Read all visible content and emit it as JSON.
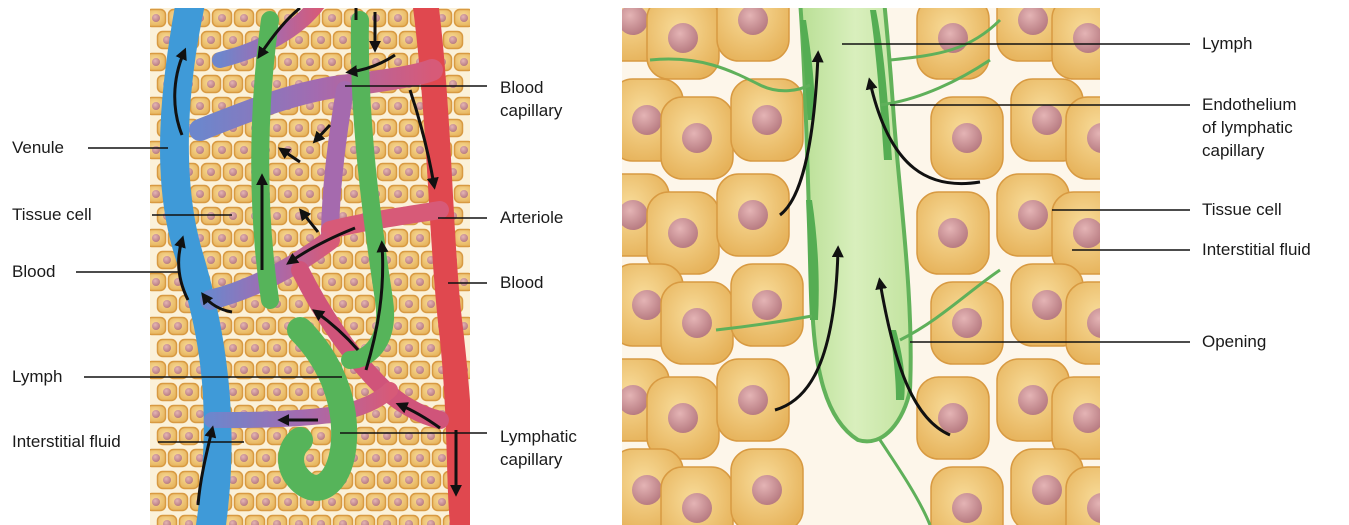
{
  "left_panel": {
    "labels_left": {
      "venule": "Venule",
      "tissue_cell": "Tissue cell",
      "blood": "Blood",
      "lymph": "Lymph",
      "interstitial_fluid": "Interstitial fluid"
    },
    "labels_right": {
      "blood_capillary_1": "Blood",
      "blood_capillary_2": "capillary",
      "arteriole": "Arteriole",
      "blood": "Blood",
      "lymphatic_capillary_1": "Lymphatic",
      "lymphatic_capillary_2": "capillary"
    }
  },
  "right_panel": {
    "labels": {
      "lymph": "Lymph",
      "endothelium_1": "Endothelium",
      "endothelium_2": "of lymphatic",
      "endothelium_3": "capillary",
      "tissue_cell": "Tissue cell",
      "interstitial_fluid": "Interstitial fluid",
      "opening": "Opening"
    }
  },
  "colors": {
    "vein": "#3f9ad8",
    "artery": "#e0484f",
    "capillary_mix": "#a86aa9",
    "lymphatic": "#56b45a",
    "lymph_fill": "#c9e6a6",
    "tissue_cell": "#eec067",
    "nucleus": "#c58e93",
    "arrow": "#111111"
  }
}
